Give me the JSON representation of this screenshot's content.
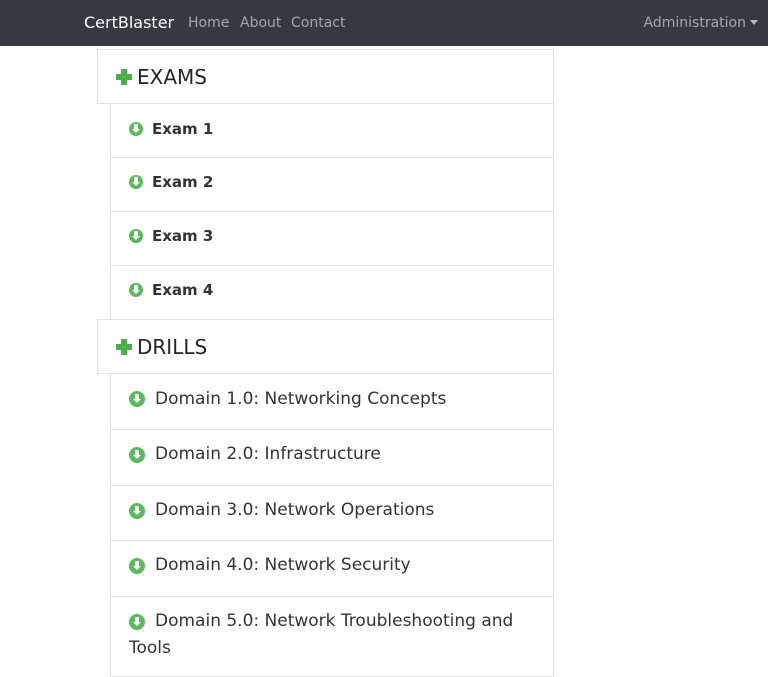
{
  "navbar": {
    "brand": "CertBlaster",
    "links": [
      "Home",
      "About",
      "Contact"
    ],
    "admin": "Administration"
  },
  "exams": {
    "title": "EXAMS",
    "items": [
      "Exam 1",
      "Exam 2",
      "Exam 3",
      "Exam 4"
    ]
  },
  "drills": {
    "title": "DRILLS",
    "items": [
      "Domain 1.0: Networking Concepts",
      "Domain 2.0: Infrastructure",
      "Domain 3.0: Network Operations",
      "Domain 4.0: Network Security",
      "Domain 5.0: Network Troubleshooting and Tools"
    ]
  },
  "colors": {
    "navbar_bg": "#343a40",
    "accent_green": "#5cb85c",
    "border": "#dee2e6"
  },
  "icons": {
    "section": "plus-icon",
    "item": "download-circle-icon",
    "admin": "caret-down-icon"
  }
}
